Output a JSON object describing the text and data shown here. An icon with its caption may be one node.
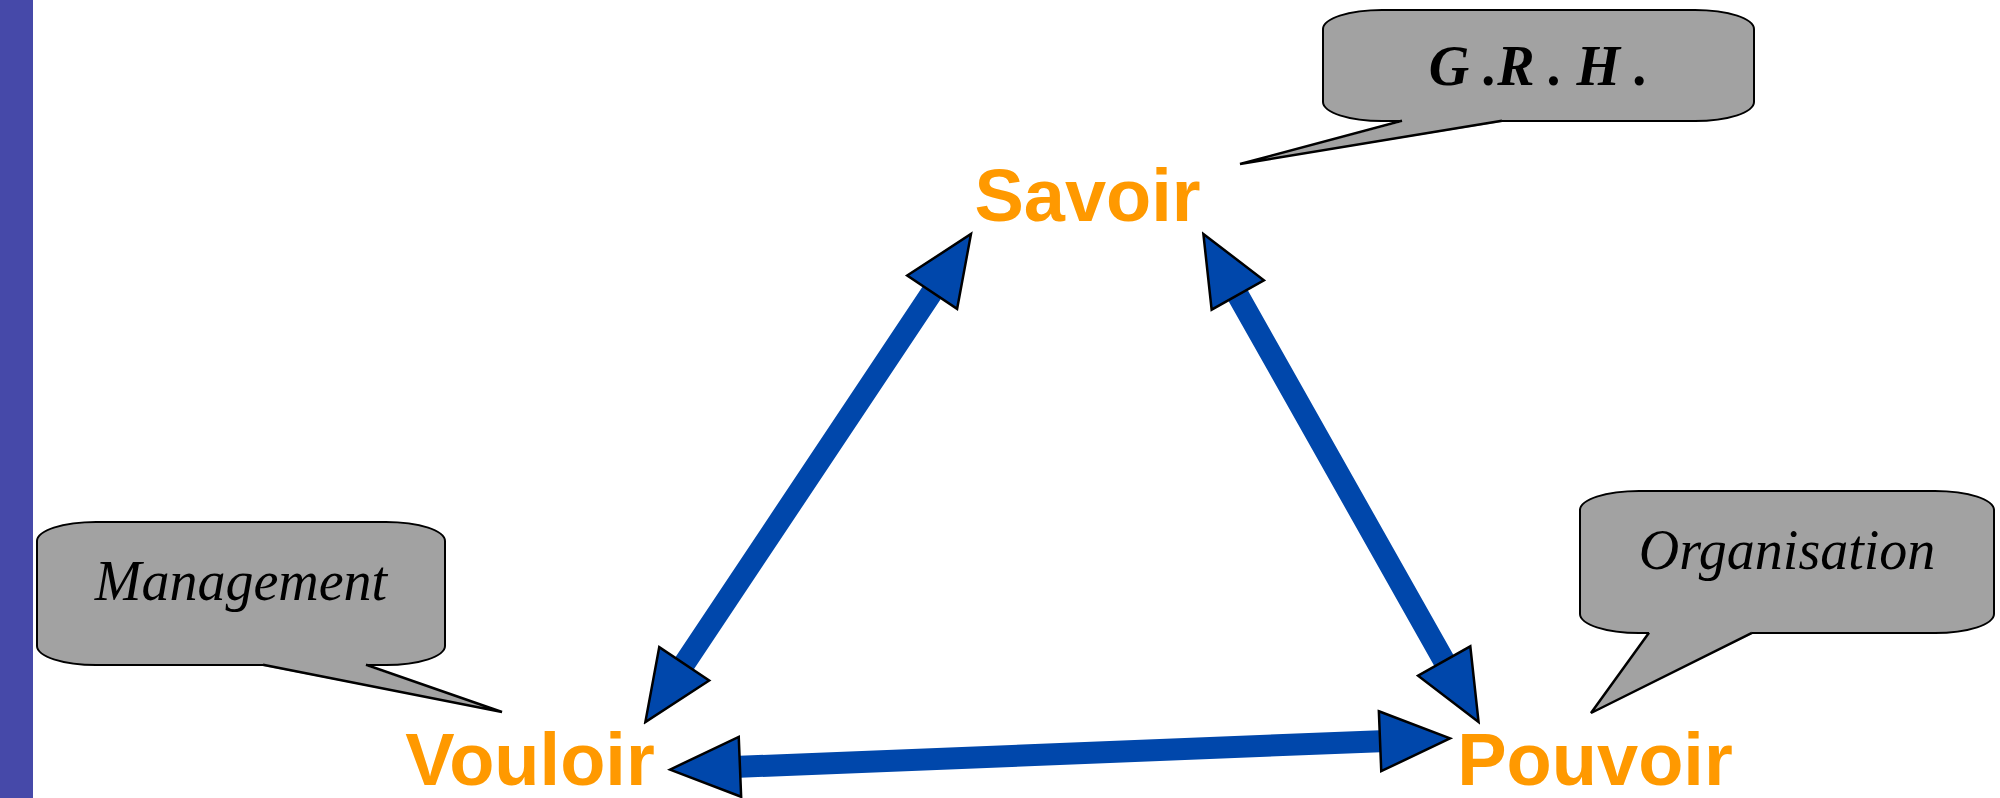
{
  "diagram": {
    "nodes": [
      {
        "text": [
          "G .R . H ."
        ]
      },
      {
        "text": [
          "Savoir"
        ]
      },
      {
        "text": [
          "Organisation"
        ]
      },
      {
        "text": [
          "Management"
        ]
      },
      {
        "text": [
          "Vouloir"
        ]
      },
      {
        "text": [
          "Pouvoir"
        ]
      },
      {
        "text": [],
        "shape": "bar"
      }
    ],
    "edges": [
      {
        "from": 1,
        "to": 4,
        "arrow": "both"
      },
      {
        "from": 1,
        "to": 5,
        "arrow": "both"
      },
      {
        "from": 4,
        "to": 5,
        "arrow": "both"
      }
    ]
  }
}
